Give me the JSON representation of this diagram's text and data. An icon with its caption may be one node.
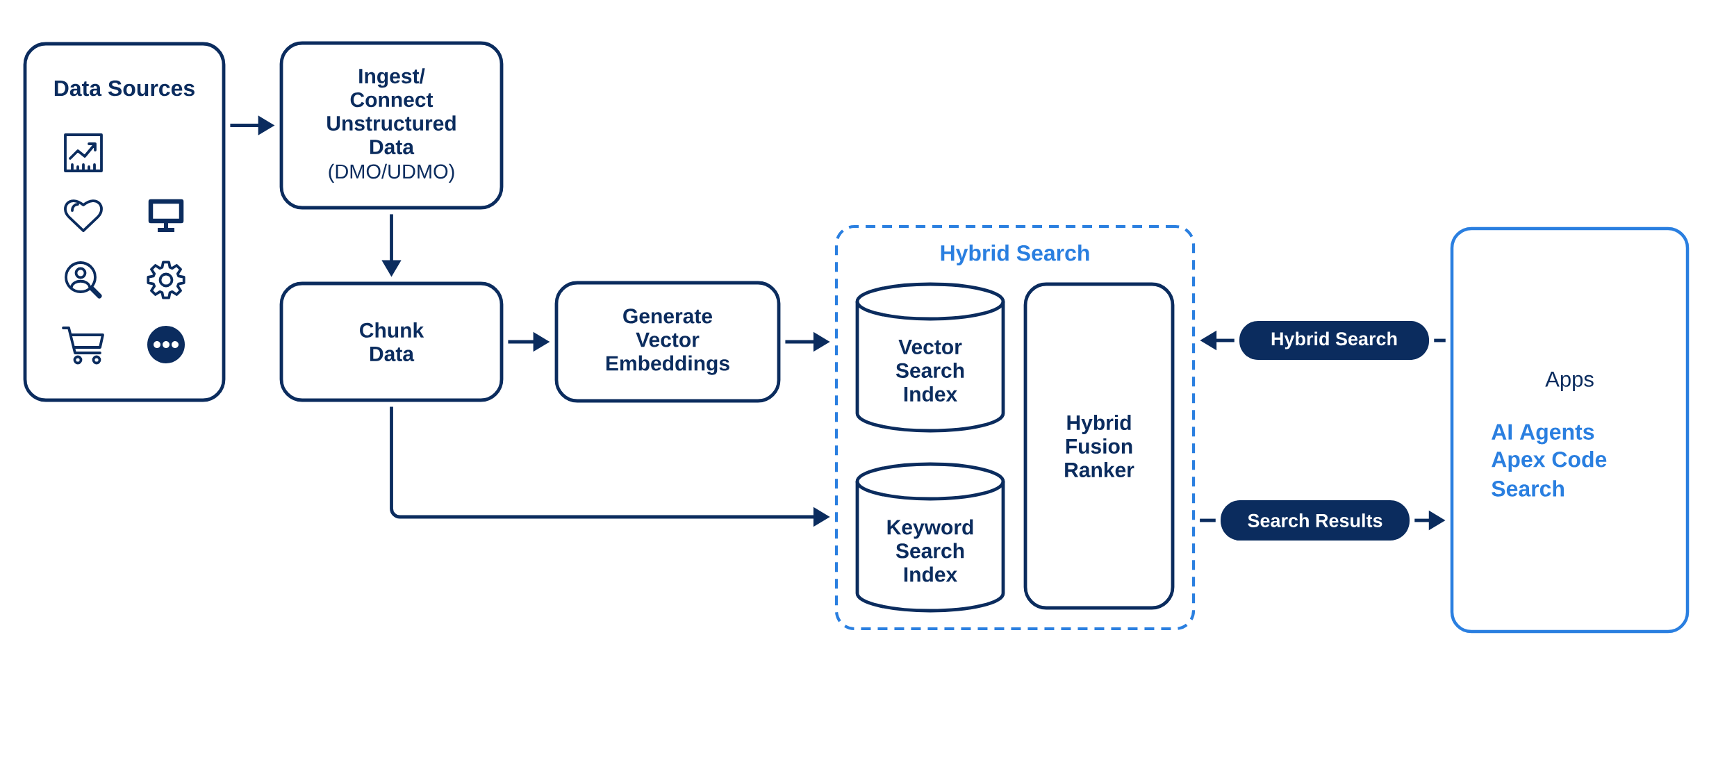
{
  "diagram": {
    "nodes": [
      {
        "text": [
          "Data Sources"
        ]
      },
      {
        "text": [
          "Ingest/ Connect Unstructured Data",
          "(DMO/UDMO)"
        ]
      },
      {
        "text": [
          "Chunk Data"
        ]
      },
      {
        "text": [
          "Generate Vector Embeddings"
        ]
      },
      {
        "text": [
          "Hybrid Search"
        ]
      },
      {
        "text": [
          "Vector Search Index"
        ],
        "in": 4
      },
      {
        "text": [
          "Keyword Search Index"
        ],
        "in": 4
      },
      {
        "text": [
          "Hybrid Fusion Ranker"
        ],
        "in": 4
      },
      {
        "text": [
          "Hybrid Search"
        ]
      },
      {
        "text": [
          "Search Results"
        ]
      },
      {
        "text": [
          "Apps",
          "AI Agents",
          "Apex Code",
          "Search"
        ]
      }
    ],
    "edges": [
      {
        "from": 0,
        "to": 1,
        "arrow": "to"
      },
      {
        "from": 1,
        "to": 2,
        "arrow": "to"
      },
      {
        "from": 2,
        "to": 3,
        "arrow": "to"
      },
      {
        "from": 3,
        "to": 4,
        "arrow": "to"
      },
      {
        "from": 2,
        "to": 4,
        "arrow": "to"
      },
      {
        "from": 10,
        "to": 8,
        "arrow": "none"
      },
      {
        "from": 8,
        "to": 4,
        "arrow": "to"
      },
      {
        "from": 4,
        "to": 9,
        "arrow": "none"
      },
      {
        "from": 9,
        "to": 10,
        "arrow": "to"
      }
    ]
  }
}
